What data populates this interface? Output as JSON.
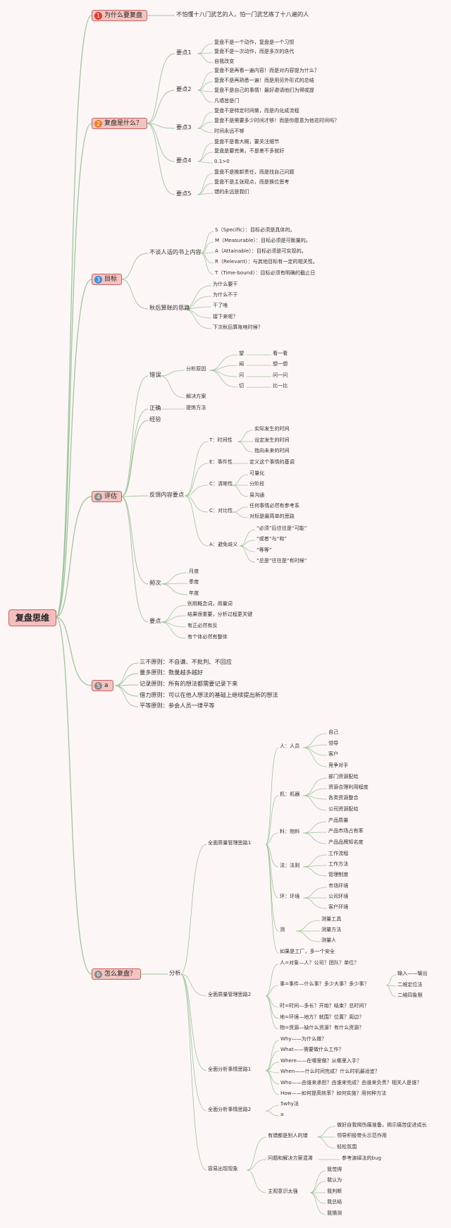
{
  "title": "复盘思维",
  "sections": [
    {
      "num": "1",
      "badge": "#e03a2e",
      "label": "为什么要复盘",
      "top": [
        {
          "text": "不怕懂十八门武艺的人，怕一门武艺练了十八遍的人"
        }
      ]
    },
    {
      "num": "2",
      "badge": "#ef7d2a",
      "label": "复盘是什么？",
      "top": [
        {
          "text": "要点1",
          "ch": [
            "复盘不是一个动作，复盘是一个习惯",
            "复盘不是一次动作，而是多次的迭代",
            "自我改变"
          ]
        },
        {
          "text": "要点2",
          "ch": [
            "复盘不是再看一遍内容！而是对内容提为什么？",
            "复盘不是再熟悉一遍！而是用另外形式的总结",
            "复盘不是自己的事情！最好邀请他们为得或提",
            "凡墙皆是门"
          ]
        },
        {
          "text": "要点3",
          "ch": [
            "复盘不是特定时间做，而是内化成流程",
            "复盘不是需要多少时间才够！而是你愿意为他花时间吗？",
            "时间永远不够"
          ]
        },
        {
          "text": "要点4",
          "ch": [
            "复盘不是看大概，要关注细节",
            "复盘是要完美，不是差不多就好",
            "0.1>0"
          ]
        },
        {
          "text": "要点5",
          "ch": [
            "复盘不是推卸责任，而是找自己问题",
            "复盘不是主张观点，而是换位思考",
            "错的永远是我们"
          ]
        }
      ]
    },
    {
      "num": "3",
      "badge": "#3b8fd9",
      "label": "目标",
      "top": [
        {
          "text": "不谈人话的书上内容",
          "ch": [
            "S（Specific）：目标必须是具体的。",
            "M（Measurable）：目标必须是可衡量的。",
            "A（Attainable）：目标必须是可实现的。",
            "R（Relevant）：与其他目标有一定的相关性。",
            "T（Time-bound）：目标必须有明确的截止日"
          ]
        },
        {
          "text": "秋后算账的思路",
          "ch": [
            "为什么要干",
            "为什么不干",
            "干了啥",
            "接下来呢？",
            "下次秋后算账啥时候？"
          ]
        }
      ]
    },
    {
      "num": "4",
      "badge": "#8a8a8a",
      "label": "评估",
      "top": [
        {
          "text": "错误",
          "ch": [
            {
              "text": "分析原因",
              "ch": [
                {
                  "text": "望",
                  "ch": [
                    "看一看"
                  ]
                },
                {
                  "text": "闻",
                  "ch": [
                    "想一想"
                  ]
                },
                {
                  "text": "问",
                  "ch": [
                    "问一问"
                  ]
                },
                {
                  "text": "切",
                  "ch": [
                    "比一比"
                  ]
                }
              ]
            },
            "解决方案"
          ]
        },
        {
          "text": "正确",
          "ch": [
            "提炼方法"
          ]
        },
        {
          "text": "经验"
        },
        {
          "text": "反馈内容要点",
          "ch": [
            {
              "text": "T：时间性",
              "ch": [
                "实际发生的时间",
                "设定发生的时间",
                "指向未来的时间"
              ]
            },
            {
              "text": "E：事件性",
              "ch": [
                "定义这个事情的基调"
              ]
            },
            {
              "text": "C：清晰性",
              "ch": [
                "可量化",
                "分阶段",
                "易沟通"
              ]
            },
            {
              "text": "C：对比性",
              "ch": [
                "任何事情必然有参考系",
                "对标是最简单的思路"
              ]
            },
            {
              "text": "A：避免歧义",
              "ch": [
                "“必须”后往往是“可能”",
                "“或者”与“和”",
                "“等等”",
                "“总是”往往是“有时候”"
              ]
            }
          ]
        },
        {
          "text": "频次",
          "ch": [
            "月度",
            "季度",
            "年度"
          ]
        },
        {
          "text": "要点",
          "ch": [
            "别用概念词，用量词",
            "结果很重要，分析过程更关键",
            "有正必然有反",
            "有个体必然有整体"
          ]
        }
      ]
    },
    {
      "num": "5",
      "badge": "#8a8a8a",
      "label": "a",
      "top": [
        {
          "text": "三不原则：不自谦、不批判、不回应"
        },
        {
          "text": "量多原则：数量越多越好"
        },
        {
          "text": "记录原则：所有的想法都需要记录下来"
        },
        {
          "text": "借力原则：可以在他人想法的基础上继续提出新的想法"
        },
        {
          "text": "平等原则：参会人员一律平等"
        }
      ]
    },
    {
      "num": "6",
      "badge": "#8a8a8a",
      "label": "怎么复盘？",
      "top": [
        {
          "text": "分析",
          "ch": [
            {
              "text": "全面质量管理思路1",
              "ch": [
                {
                  "text": "人：人员",
                  "ch": [
                    "自己",
                    "领导",
                    "客户",
                    "竞争对手"
                  ]
                },
                {
                  "text": "机：机器",
                  "ch": [
                    "部门资源配给",
                    "资源合理利用程度",
                    "各类资源整合",
                    "公司资源配给"
                  ]
                },
                {
                  "text": "料：物料",
                  "ch": [
                    "产品质量",
                    "产品市场占有率",
                    "产品品牌知名度"
                  ]
                },
                {
                  "text": "法：法则",
                  "ch": [
                    "工作流程",
                    "工作方法",
                    "管理制度"
                  ]
                },
                {
                  "text": "环：环境",
                  "ch": [
                    "市场环境",
                    "公司环境",
                    "客户环境"
                  ]
                },
                {
                  "text": "测",
                  "ch": [
                    "测量工具",
                    "测量方法",
                    "测量人"
                  ]
                },
                {
                  "text": "如果是工厂，多一个安全"
                }
              ]
            },
            {
              "text": "全面质量管理思路2",
              "ch": [
                {
                  "text": "人=对象—人？公司？团队？单位？"
                },
                {
                  "text": "事=事件—什么事？多少大事？多少事？",
                  "ch": [
                    "输入——输出",
                    "二维定位法",
                    "二维四象限"
                  ]
                },
                {
                  "text": "时=时间—多长？开始？结束？总时间？"
                },
                {
                  "text": "地=环境—地方？就围？位置？周边？"
                },
                {
                  "text": "物=资源—缺什么资源？有什么资源？"
                }
              ]
            },
            {
              "text": "全面分析事情思路1",
              "ch": [
                "Why——为什么做？",
                "What——需要做什么工作？",
                "Where——在哪里做？从哪里入手？",
                "When——什么时间完成？什么时机最适宜？",
                "Who——由谁来承担？由谁来完成？由谁来负责？相关人是谁？",
                "How——如何提高效率？如何实施？用何种方法"
              ]
            },
            {
              "text": "全面分析事情思路2",
              "ch": [
                "5why法",
                "a"
              ]
            },
            {
              "text": "容易出现现象",
              "ch": [
                {
                  "text": "有错都是别人的错",
                  "ch": [
                    "做好自我揭伤痛准备，揭示痛苦促进成长",
                    "领导积极带头示范作用",
                    "轻松氛围"
                  ]
                },
                {
                  "text": "问题和解决方案混淆",
                  "ch": [
                    "参考演绎法的bug"
                  ]
                },
                {
                  "text": "主观意识太强",
                  "ch": [
                    "我觉得",
                    "我认为",
                    "我判断",
                    "我总结",
                    "我猜测"
                  ]
                }
              ]
            }
          ]
        }
      ]
    }
  ]
}
